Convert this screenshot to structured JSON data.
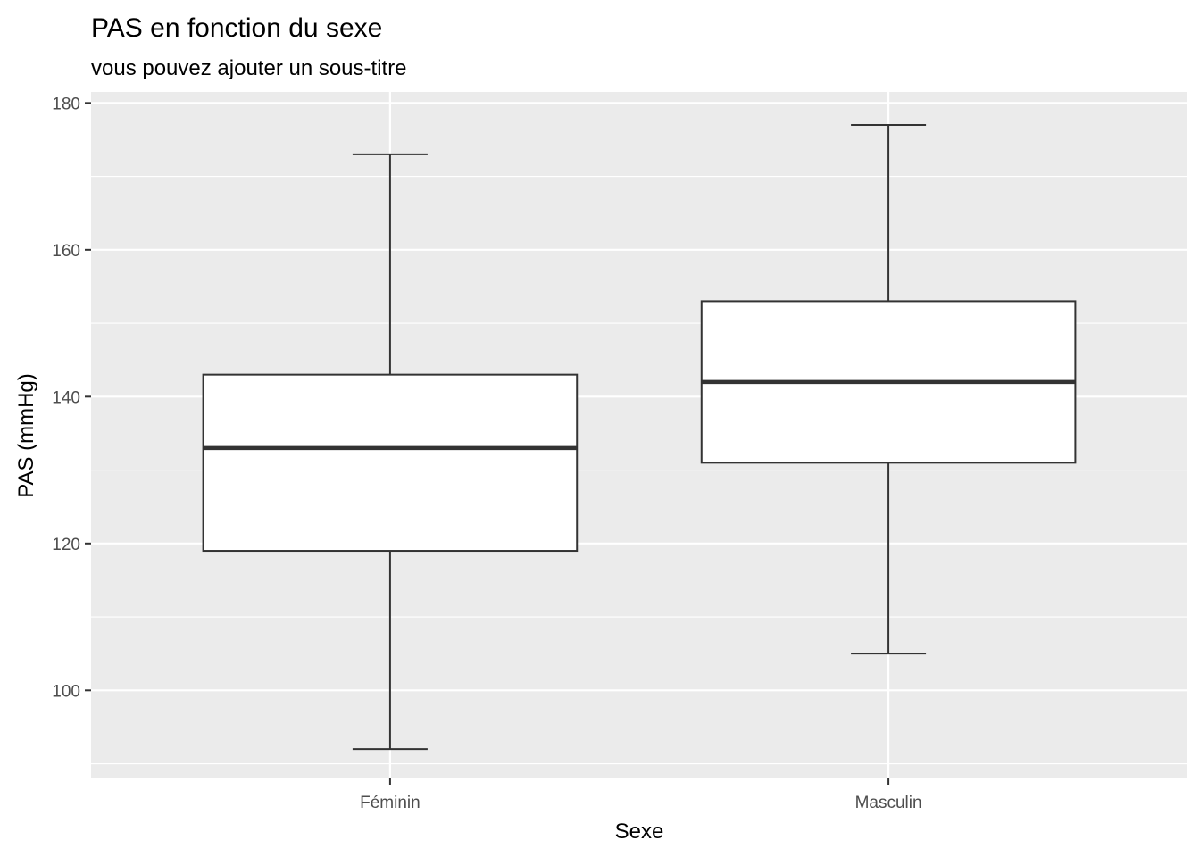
{
  "chart_data": {
    "type": "boxplot",
    "title": "PAS en fonction du sexe",
    "subtitle": "vous pouvez ajouter un sous-titre",
    "xlabel": "Sexe",
    "ylabel": "PAS (mmHg)",
    "categories": [
      "Féminin",
      "Masculin"
    ],
    "boxes": [
      {
        "category": "Féminin",
        "whisker_low": 92,
        "q1": 119,
        "median": 133,
        "q3": 143,
        "whisker_high": 173
      },
      {
        "category": "Masculin",
        "whisker_low": 105,
        "q1": 131,
        "median": 142,
        "q3": 153,
        "whisker_high": 177
      }
    ],
    "ylim": [
      88,
      181.5
    ],
    "yticks": [
      100,
      120,
      140,
      160,
      180
    ],
    "y_minor_ticks": [
      90,
      110,
      130,
      150,
      170
    ],
    "grid": true,
    "colors": {
      "panel_background": "#ebebeb",
      "grid_line": "#ffffff",
      "box_fill": "#ffffff",
      "box_outline": "#333333",
      "tick_text": "#4d4d4d",
      "tick_mark": "#333333"
    }
  }
}
